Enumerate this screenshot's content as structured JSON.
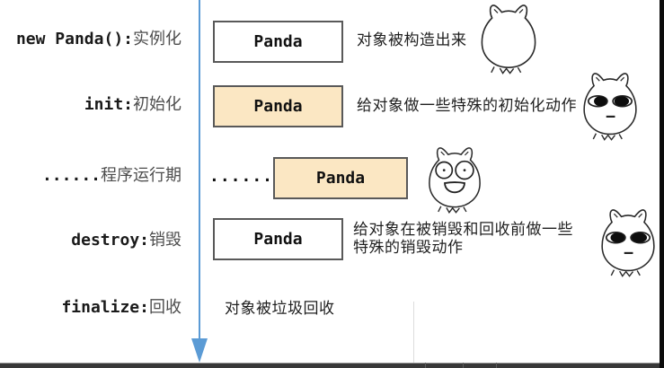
{
  "colors": {
    "arrow_blue": "#5B9BD5",
    "box_yellow": "#FBE7C3",
    "box_white": "#FFFFFF",
    "box_border": "#595959",
    "bottom_bar": "#383838",
    "right_edge": "#0B0B0B",
    "label_code_color": "#1A1A1A",
    "label_cjk_color": "#4D4D4D",
    "note_color": "#1F1F1F"
  },
  "timeline": {
    "direction": "down"
  },
  "rows": [
    {
      "label_code": "new Panda():",
      "label_cjk": "实例化",
      "box_label": "Panda",
      "box_fill": "white",
      "note": "对象被构造出来",
      "cat": "blank-cat-face"
    },
    {
      "label_code": "init:",
      "label_cjk": "初始化",
      "box_label": "Panda",
      "box_fill": "yellow",
      "note": "给对象做一些特殊的初始化动作",
      "cat": "bored-cat-face"
    },
    {
      "label_dots": "......",
      "label_cjk": "程序运行期",
      "mid_dots": "......",
      "box_label": "Panda",
      "box_fill": "yellow",
      "cat": "happy-cat-face"
    },
    {
      "label_code": "destroy:",
      "label_cjk": "销毁",
      "box_label": "Panda",
      "box_fill": "white",
      "note": "给对象在被销毁和回收前做一些特殊的销毁动作",
      "cat": "bored-cat-face"
    },
    {
      "label_code": "finalize:",
      "label_cjk": "回收",
      "note": "对象被垃圾回收"
    }
  ]
}
